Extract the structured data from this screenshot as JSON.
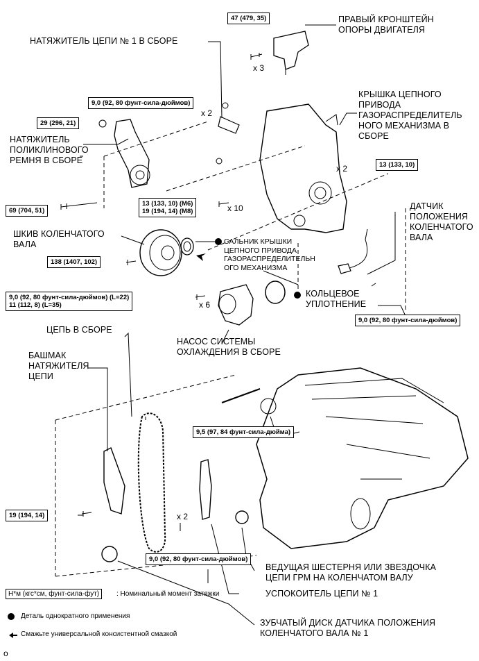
{
  "labels": {
    "right_bracket": [
      "ПРАВЫЙ КРОНШТЕЙН",
      "ОПОРЫ ДВИГАТЕЛЯ"
    ],
    "chain_tensioner": [
      "НАТЯЖИТЕЛЬ ЦЕПИ № 1 В СБОРЕ"
    ],
    "timing_cover": [
      "КРЫШКА ЦЕПНОГО",
      "ПРИВОДА",
      "ГАЗОРАСПРЕДЕЛИТЕЛЬ",
      "НОГО МЕХАНИЗМА В",
      "СБОРЕ"
    ],
    "belt_tensioner": [
      "НАТЯЖИТЕЛЬ",
      "ПОЛИКЛИНОВОГО",
      "РЕМНЯ В СБОРЕ"
    ],
    "crank_sensor": [
      "ДАТЧИК",
      "ПОЛОЖЕНИЯ",
      "КОЛЕНЧАТОГО",
      "ВАЛА"
    ],
    "crank_pulley": [
      "ШКИВ КОЛЕНЧАТОГО",
      "ВАЛА"
    ],
    "oil_seal": [
      "САЛЬНИК КРЫШКИ",
      "ЦЕПНОГО ПРИВОДА",
      "ГАЗОРАСПРЕДЕЛИТЕЛЬН",
      "ОГО МЕХАНИЗМА"
    ],
    "o_ring": [
      "КОЛЬЦЕВОЕ",
      "УПЛОТНЕНИЕ"
    ],
    "water_pump": [
      "НАСОС СИСТЕМЫ",
      "ОХЛАЖДЕНИЯ В СБОРЕ"
    ],
    "chain": [
      "ЦЕПЬ В СБОРЕ"
    ],
    "chain_slipper": [
      "БАШМАК",
      "НАТЯЖИТЕЛЯ",
      "ЦЕПИ"
    ],
    "crank_sprocket": [
      "ВЕДУЩАЯ ШЕСТЕРНЯ ИЛИ ЗВЕЗДОЧКА",
      "ЦЕПИ ГРМ НА КОЛЕНЧАТОМ ВАЛУ"
    ],
    "damper": [
      "УСПОКОИТЕЛЬ ЦЕПИ № 1"
    ],
    "timing_rotor": [
      "ЗУБЧАТЫЙ ДИСК ДАТЧИКА ПОЛОЖЕНИЯ",
      "КОЛЕНЧАТОГО ВАЛА № 1"
    ]
  },
  "torques": {
    "t47": [
      "47 (479, 35)"
    ],
    "t9_tensioner": [
      "9,0 (92, 80 фунт-сила-дюймов)"
    ],
    "t29": [
      "29 (296, 21)"
    ],
    "t13_cover": [
      "13 (133, 10)"
    ],
    "t69": [
      "69 (704, 51)"
    ],
    "t13_19": [
      "13 (133, 10) (M6)",
      "19 (194, 14) (M8)"
    ],
    "t138": [
      "138 (1407, 102)"
    ],
    "t9_pump": [
      "9,0 (92, 80 фунт-сила-дюймов) (L=22)",
      "11 (112, 8) (L=35)"
    ],
    "t9_sensor": [
      "9,0 (92, 80 фунт-сила-дюймов)"
    ],
    "t95": [
      "9,5 (97, 84 фунт-сила-дюйма)"
    ],
    "t19": [
      "19 (194, 14)"
    ],
    "t9_damper": [
      "9,0 (92, 80 фунт-сила-дюймов)"
    ]
  },
  "counts": {
    "x3": "x 3",
    "x2_tensioner": "x 2",
    "x2_cover": "x 2",
    "x10": "x 10",
    "x6": "x 6",
    "x2_damper": "x 2"
  },
  "legend": {
    "torque_box": "Н*м (кгс*см, фунт-сила-фут)",
    "torque_desc": ": Номинальный момент затяжки",
    "single_use": "Деталь однократного применения",
    "grease": "Смажьте универсальной консистентной смазкой"
  },
  "footer_code": "o"
}
